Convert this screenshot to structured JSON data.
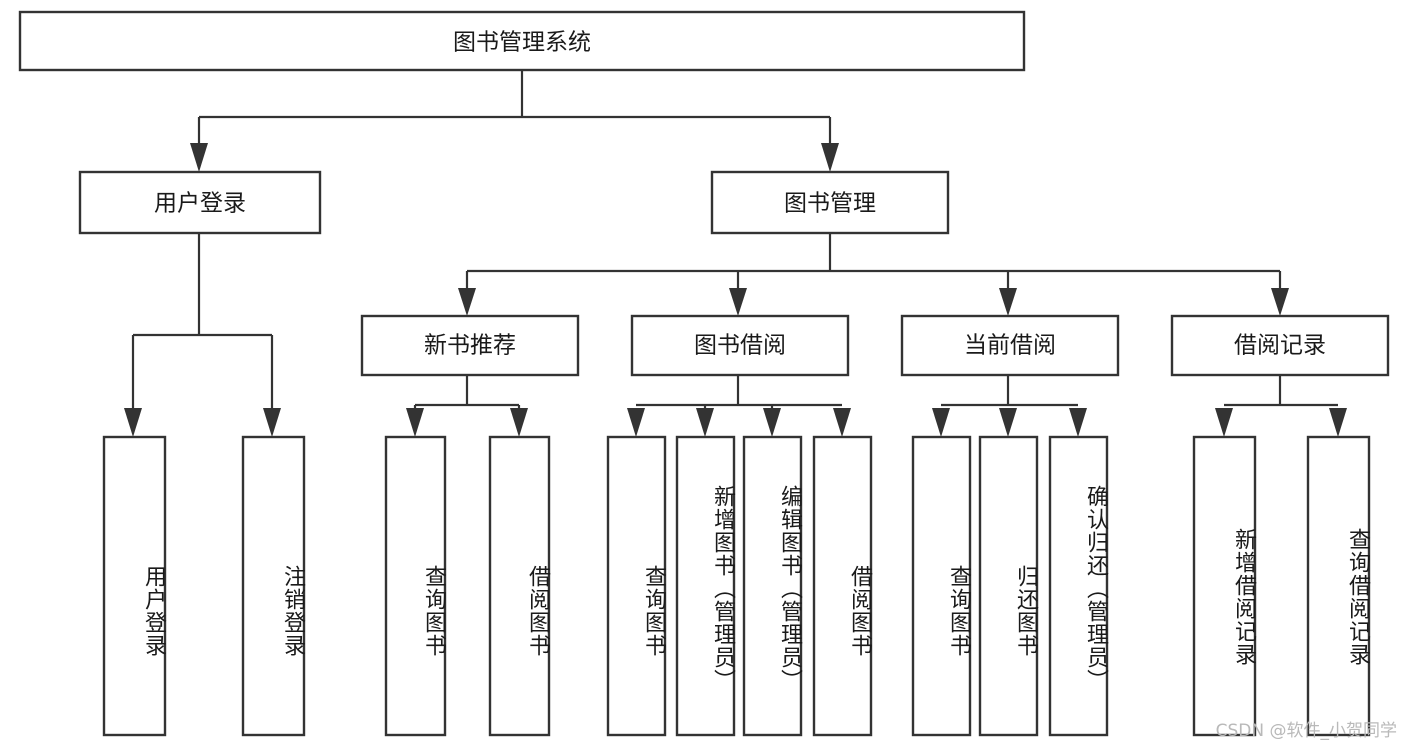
{
  "diagram": {
    "type": "tree",
    "title": "图书管理系统",
    "watermark": "CSDN @软件_小贺同学",
    "colors": {
      "box_stroke": "#333333",
      "box_fill": "#ffffff",
      "edge": "#333333",
      "text": "#1a1a1a",
      "watermark": "#b9b9b9"
    },
    "root": {
      "label": "图书管理系统",
      "orientation": "horizontal"
    },
    "level2": [
      {
        "label": "用户登录",
        "orientation": "horizontal"
      },
      {
        "label": "图书管理",
        "orientation": "horizontal"
      }
    ],
    "level3": [
      {
        "label": "新书推荐",
        "orientation": "horizontal",
        "parent": "图书管理"
      },
      {
        "label": "图书借阅",
        "orientation": "horizontal",
        "parent": "图书管理"
      },
      {
        "label": "当前借阅",
        "orientation": "horizontal",
        "parent": "图书管理"
      },
      {
        "label": "借阅记录",
        "orientation": "horizontal",
        "parent": "图书管理"
      }
    ],
    "leaves": {
      "user_login": [
        {
          "label": "用户登录",
          "orientation": "vertical"
        },
        {
          "label": "注销登录",
          "orientation": "vertical"
        }
      ],
      "new_book_recommend": [
        {
          "label": "查询图书",
          "orientation": "vertical"
        },
        {
          "label": "借阅图书",
          "orientation": "vertical"
        }
      ],
      "book_borrow": [
        {
          "label": "查询图书",
          "orientation": "vertical"
        },
        {
          "label": "新增图书（管理员）",
          "orientation": "vertical"
        },
        {
          "label": "编辑图书（管理员）",
          "orientation": "vertical"
        },
        {
          "label": "借阅图书",
          "orientation": "vertical"
        }
      ],
      "current_borrow": [
        {
          "label": "查询图书",
          "orientation": "vertical"
        },
        {
          "label": "归还图书",
          "orientation": "vertical"
        },
        {
          "label": "确认归还（管理员）",
          "orientation": "vertical"
        }
      ],
      "borrow_record": [
        {
          "label": "新增借阅记录",
          "orientation": "vertical"
        },
        {
          "label": "查询借阅记录",
          "orientation": "vertical"
        }
      ]
    }
  }
}
